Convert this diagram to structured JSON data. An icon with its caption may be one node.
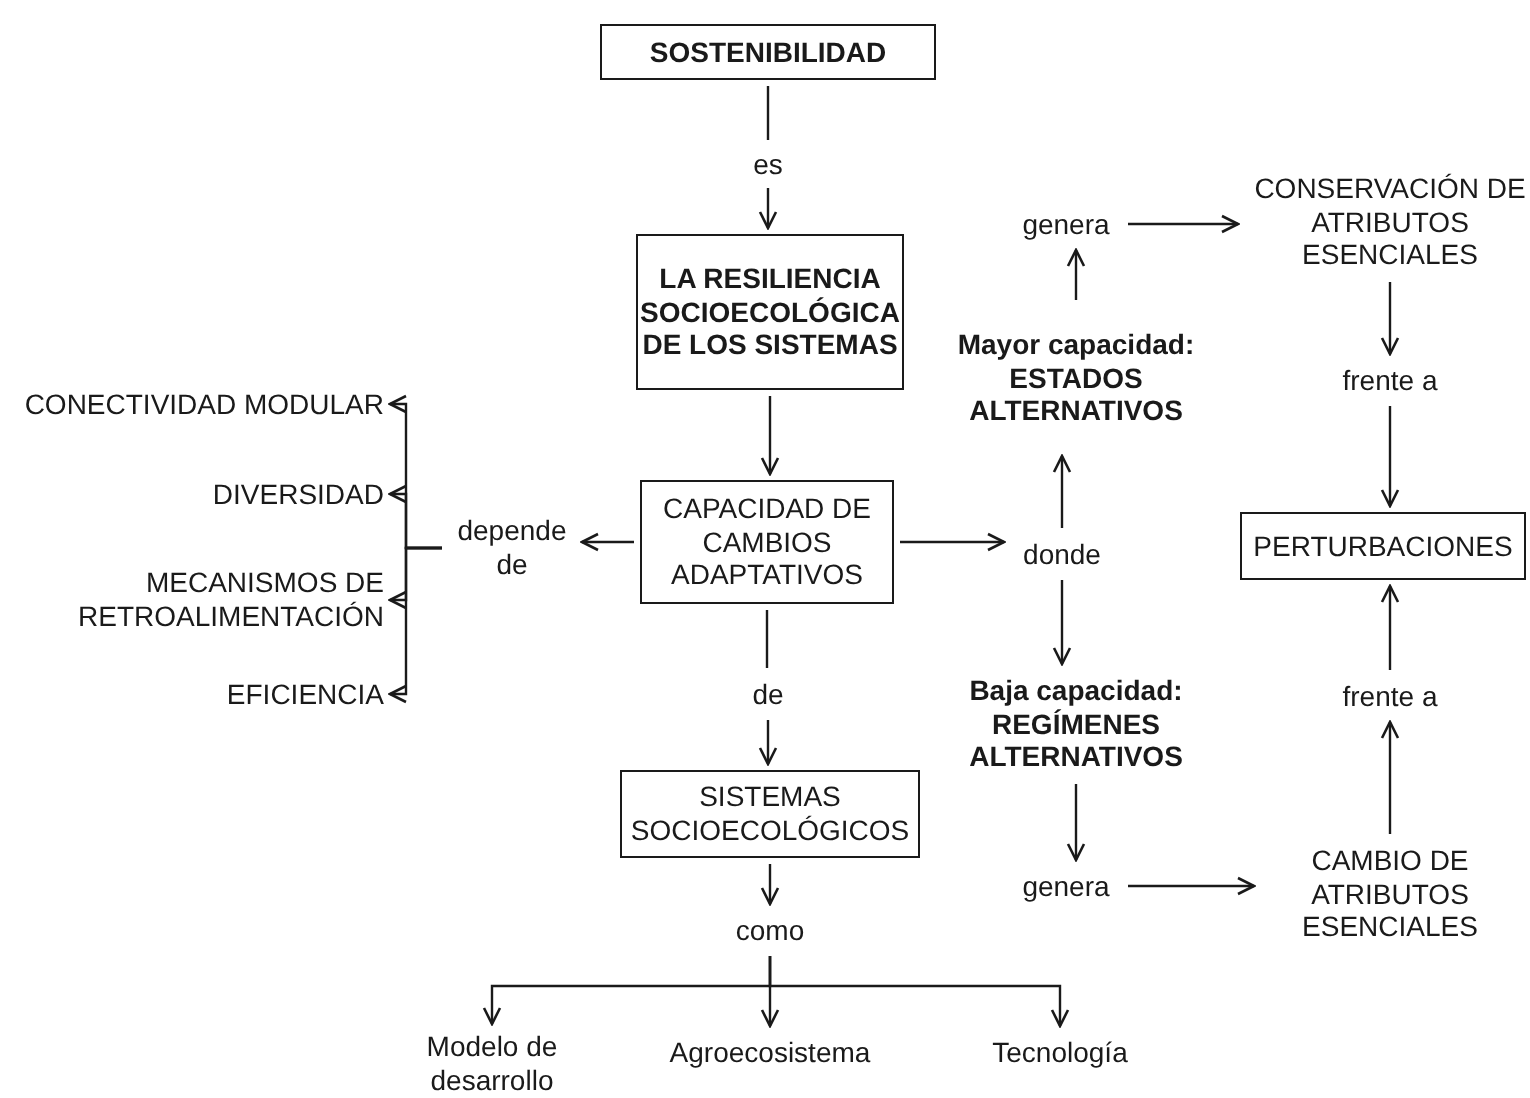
{
  "diagram": {
    "nodes": [
      {
        "text": [
          "SOSTENIBILIDAD"
        ]
      },
      {
        "text": [
          "es"
        ]
      },
      {
        "text": [
          "LA RESILIENCIA SOCIOECOLÓGICA DE LOS SISTEMAS"
        ]
      },
      {
        "text": [
          "genera"
        ]
      },
      {
        "text": [
          "CONSERVACIÓN DE ATRIBUTOS ESENCIALES"
        ]
      },
      {
        "text": [
          "Mayor capacidad:",
          "ESTADOS ALTERNATIVOS"
        ]
      },
      {
        "text": [
          "frente a"
        ]
      },
      {
        "text": [
          "CONECTIVIDAD MODULAR"
        ]
      },
      {
        "text": [
          "DIVERSIDAD"
        ]
      },
      {
        "text": [
          "CAPACIDAD DE CAMBIOS ADAPTATIVOS"
        ]
      },
      {
        "text": [
          "depende de"
        ]
      },
      {
        "text": [
          "donde"
        ]
      },
      {
        "text": [
          "PERTURBACIONES"
        ]
      },
      {
        "text": [
          "MECANISMOS DE RETROALIMENTACIÓN"
        ]
      },
      {
        "text": [
          "EFICIENCIA"
        ]
      },
      {
        "text": [
          "de"
        ]
      },
      {
        "text": [
          "frente a"
        ]
      },
      {
        "text": [
          "Baja capacidad:",
          "REGÍMENES ALTERNATIVOS"
        ]
      },
      {
        "text": [
          "SISTEMAS SOCIOECOLÓGICOS"
        ]
      },
      {
        "text": [
          "genera"
        ]
      },
      {
        "text": [
          "CAMBIO DE ATRIBUTOS ESENCIALES"
        ]
      },
      {
        "text": [
          "como"
        ]
      },
      {
        "text": [
          "Modelo de desarrollo"
        ]
      },
      {
        "text": [
          "Agroecosistema"
        ]
      },
      {
        "text": [
          "Tecnología"
        ]
      }
    ],
    "edges": [
      {
        "from": 0,
        "to": 1,
        "arrow": "none"
      },
      {
        "from": 1,
        "to": 2,
        "arrow": "to"
      },
      {
        "from": 2,
        "to": 9,
        "arrow": "to"
      },
      {
        "from": 9,
        "to": 10,
        "arrow": "to"
      },
      {
        "from": 10,
        "to": 7,
        "arrow": "to"
      },
      {
        "from": 10,
        "to": 8,
        "arrow": "to"
      },
      {
        "from": 10,
        "to": 13,
        "arrow": "to"
      },
      {
        "from": 10,
        "to": 14,
        "arrow": "to"
      },
      {
        "from": 9,
        "to": 15,
        "arrow": "none"
      },
      {
        "from": 15,
        "to": 18,
        "arrow": "to"
      },
      {
        "from": 18,
        "to": 21,
        "arrow": "to"
      },
      {
        "from": 21,
        "to": 22,
        "arrow": "to"
      },
      {
        "from": 21,
        "to": 23,
        "arrow": "to"
      },
      {
        "from": 21,
        "to": 24,
        "arrow": "to"
      },
      {
        "from": 9,
        "to": 11,
        "arrow": "to"
      },
      {
        "from": 11,
        "to": 5,
        "arrow": "to"
      },
      {
        "from": 5,
        "to": 3,
        "arrow": "to"
      },
      {
        "from": 3,
        "to": 4,
        "arrow": "to"
      },
      {
        "from": 4,
        "to": 6,
        "arrow": "to"
      },
      {
        "from": 6,
        "to": 12,
        "arrow": "to"
      },
      {
        "from": 11,
        "to": 17,
        "arrow": "to"
      },
      {
        "from": 17,
        "to": 19,
        "arrow": "to"
      },
      {
        "from": 19,
        "to": 20,
        "arrow": "to"
      },
      {
        "from": 20,
        "to": 16,
        "arrow": "to"
      },
      {
        "from": 16,
        "to": 12,
        "arrow": "to"
      }
    ]
  }
}
